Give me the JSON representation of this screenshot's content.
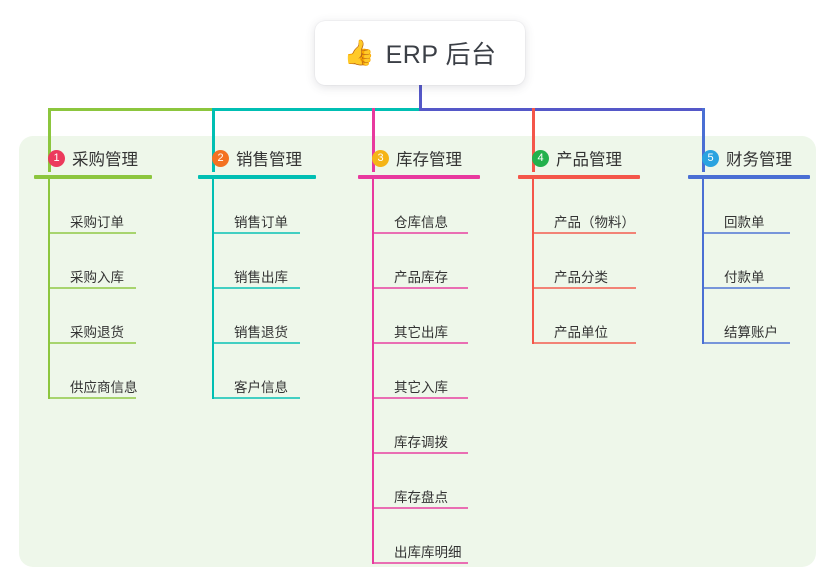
{
  "title": {
    "icon": "thumbs-up-icon",
    "emoji": "👍",
    "text": "ERP 后台"
  },
  "colors": {
    "panel_bg": "#eef7ea",
    "stem": "#5558c8",
    "bus_green": "#8cc63e",
    "bus_teal": "#00bfb3",
    "bus_blue": "#5558c8",
    "text": "#333333"
  },
  "branches": [
    {
      "number": "1",
      "badge_color": "#ec3a5c",
      "line_color": "#8cc63e",
      "title": "采购管理",
      "items": [
        "采购订单",
        "采购入库",
        "采购退货",
        "供应商信息"
      ]
    },
    {
      "number": "2",
      "badge_color": "#f37121",
      "line_color": "#00bfb3",
      "title": "销售管理",
      "items": [
        "销售订单",
        "销售出库",
        "销售退货",
        "客户信息"
      ]
    },
    {
      "number": "3",
      "badge_color": "#f5b417",
      "line_color": "#e8399e",
      "title": "库存管理",
      "items": [
        "仓库信息",
        "产品库存",
        "其它出库",
        "其它入库",
        "库存调拨",
        "库存盘点",
        "出库库明细"
      ]
    },
    {
      "number": "4",
      "badge_color": "#22b14c",
      "line_color": "#f4564a",
      "title": "产品管理",
      "items": [
        "产品（物料）",
        "产品分类",
        "产品单位"
      ]
    },
    {
      "number": "5",
      "badge_color": "#2aa3e0",
      "line_color": "#4a6fd4",
      "title": "财务管理",
      "items": [
        "回款单",
        "付款单",
        "结算账户"
      ]
    }
  ]
}
